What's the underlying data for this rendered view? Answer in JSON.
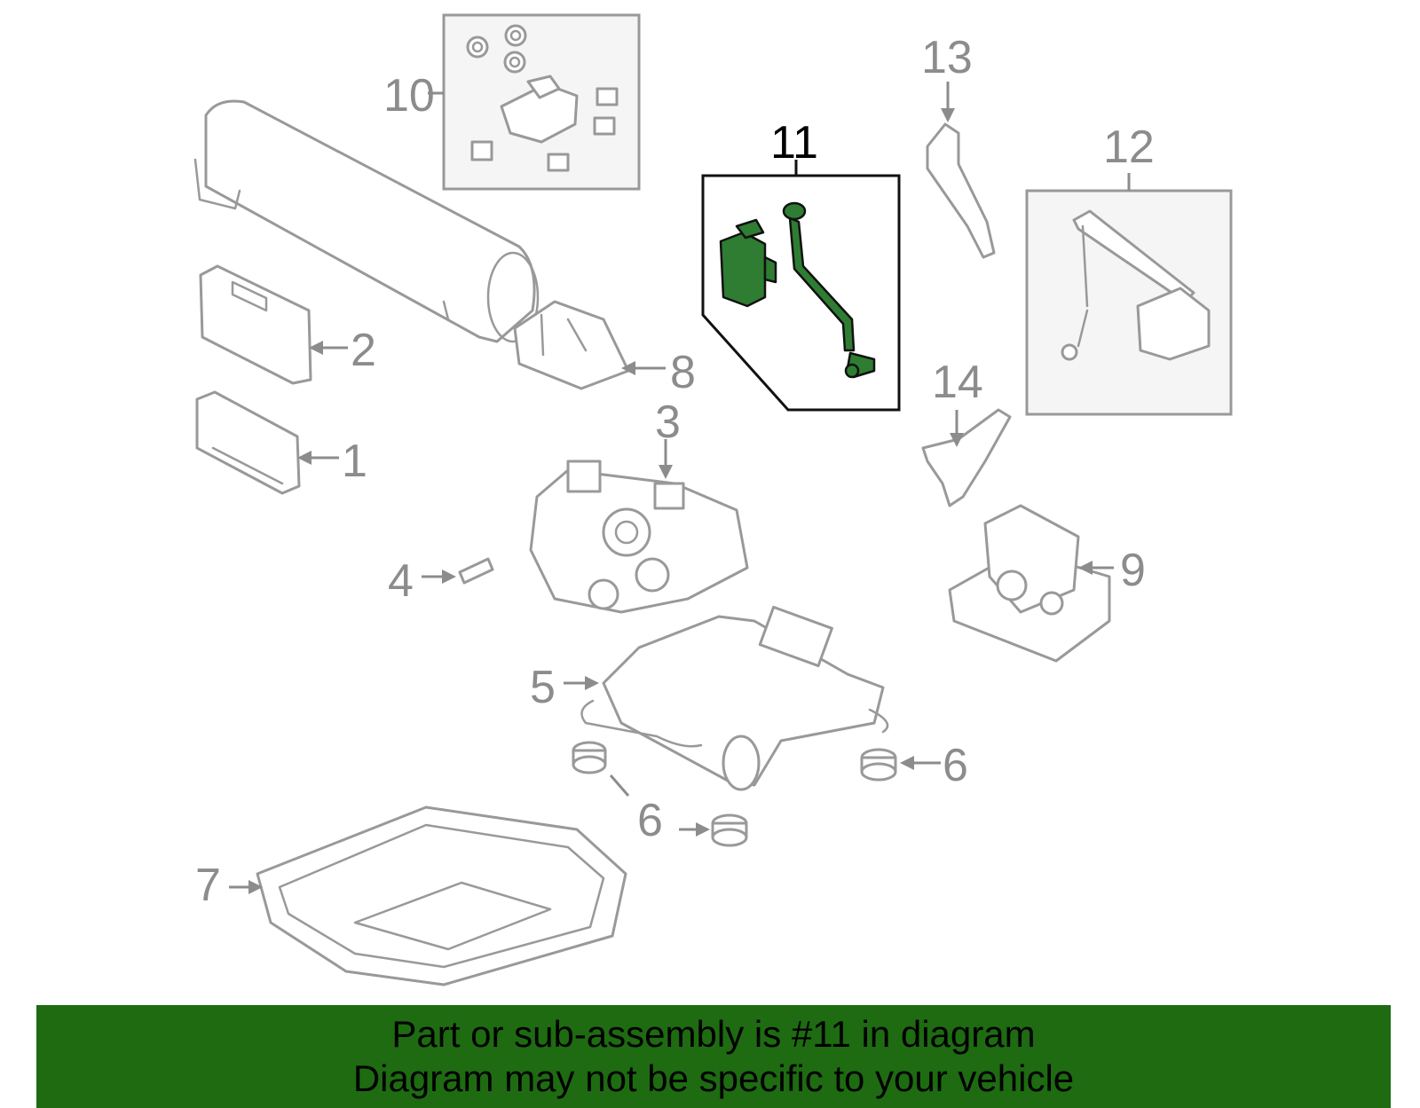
{
  "callouts": {
    "n1": "1",
    "n2": "2",
    "n3": "3",
    "n4": "4",
    "n5": "5",
    "n6a": "6",
    "n6b": "6",
    "n7": "7",
    "n8": "8",
    "n9": "9",
    "n10": "10",
    "n11": "11",
    "n12": "12",
    "n13": "13",
    "n14": "14"
  },
  "banner": {
    "line1": "Part or sub-assembly is #11 in diagram",
    "line2": "Diagram may not be specific to your vehicle"
  },
  "colors": {
    "highlight_part": "#2e7d32",
    "banner_background": "#1e6b12",
    "outline": "#999999",
    "callout_text": "#8c8c8c"
  }
}
